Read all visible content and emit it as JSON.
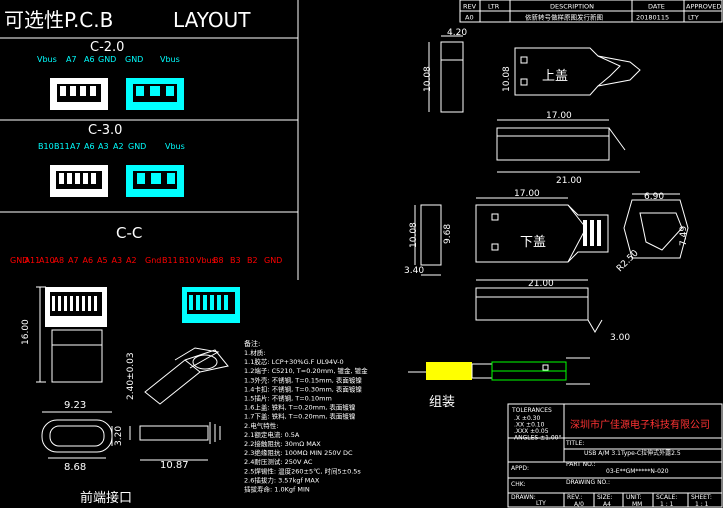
{
  "header": {
    "title": "可选性P.C.B",
    "subtitle": "LAYOUT"
  },
  "sections": {
    "c20": {
      "label": "C-2.0",
      "pins": [
        "Vbus",
        "A7",
        "A6",
        "GND",
        "GND",
        "Vbus"
      ]
    },
    "c30": {
      "label": "C-3.0",
      "pins": [
        "B10",
        "B11",
        "A7",
        "A6",
        "A3",
        "A2",
        "GND",
        "Vbus"
      ]
    },
    "cc": {
      "label": "C-C",
      "pins_left": [
        "GND",
        "A11",
        "A10",
        "A8",
        "A7",
        "A6",
        "A5",
        "A3",
        "A2"
      ],
      "pins_right": [
        "Gnd",
        "B11",
        "B10",
        "Vbus",
        "B8",
        "B3",
        "B2",
        "GND"
      ]
    }
  },
  "revision_table": {
    "headers": [
      "REV",
      "LTR",
      "DESCRIPTION",
      "DATE",
      "APPROVED"
    ],
    "row": [
      "A0",
      "",
      "依新转号做样原图发行新图",
      "20180115",
      "LTY"
    ]
  },
  "dimensions": {
    "top_w": "4.20",
    "top_h": "10.08",
    "top_len": "17.00",
    "top_total": "21.00",
    "bot_len": "17.00",
    "bot_h1": "10.08",
    "bot_h2": "9.68",
    "bot_h3": "3.40",
    "bot_total": "21.00",
    "bot_small": "3.00",
    "side_w": "6.90",
    "side_h": "7.49",
    "side_r": "R2.50",
    "front_h": "16.00",
    "front_w1": "9.23",
    "front_w2": "8.68",
    "front_h2": "3.20",
    "pin_h": "2.40±0.03",
    "pin_len": "10.87"
  },
  "labels": {
    "upper_cover": "上盖",
    "lower_cover": "下盖",
    "assembly": "组装",
    "front_connector": "前端接口"
  },
  "notes": {
    "heading": "备注:",
    "lines": [
      "1.材质:",
      "1.1胶芯: LCP+30%G.F UL94V-0",
      "1.2端子: C5210, T=0.20mm, 镀金, 镀金",
      "1.3外壳: 不锈钢, T=0.15mm, 表面镀镍",
      "1.4卡扣: 不锈钢, T=0.30mm, 表面镀镍",
      "1.5插片: 不锈钢, T=0.10mm",
      "1.6上盖: 铁料, T=0.20mm, 表面镀镍",
      "1.7下盖: 铁料, T=0.20mm, 表面镀镍",
      "2.电气特性:",
      "2.1额定电流: 0.5A",
      "2.2接触阻抗: 30mΩ MAX",
      "2.3绝缘阻抗: 100MΩ MIN 250V DC",
      "2.4耐压测试: 250V AC",
      "2.5焊锡性: 温度260±5℃, 时间5±0.5s",
      "2.6插拔力: 3.57kgf MAX",
      "   插拔寿命: 1.0Kgf MIN"
    ]
  },
  "title_block": {
    "tolerances_label": "TOLERANCES",
    "tol_rows": [
      ".X   ±0.30",
      ".XX  ±0.10",
      ".XXX ±0.05",
      "ANGLES ±1.00°"
    ],
    "company": "深圳市广佳源电子科技有限公司",
    "title_label": "TITLE:",
    "title_value": "USB A/M 3.1Type-C拉伸式外露2.5",
    "part_no_label": "PART NO.:",
    "part_no_value": "03-E**GM*****N-020",
    "appd_label": "APPD:",
    "drawing_no_label": "DRAWING NO.:",
    "chk_label": "CHK:",
    "drawn_label": "DRAWN:",
    "drawn_value": "LTY",
    "rev_label": "REV.:",
    "rev_value": "A/0",
    "size_label": "SIZE:",
    "size_value": "A4",
    "unit_label": "UNIT:",
    "unit_value": "MM",
    "scale_label": "SCALE:",
    "scale_value": "1 : 1",
    "sheet_label": "SHEET:",
    "sheet_value": "1 : 1"
  },
  "colors": {
    "background": "#000000",
    "line": "#ffffff",
    "cyan": "#00ffff",
    "red": "#ff0000",
    "green": "#00ff00",
    "yellow": "#ffff00",
    "company_red": "#ff3333"
  }
}
